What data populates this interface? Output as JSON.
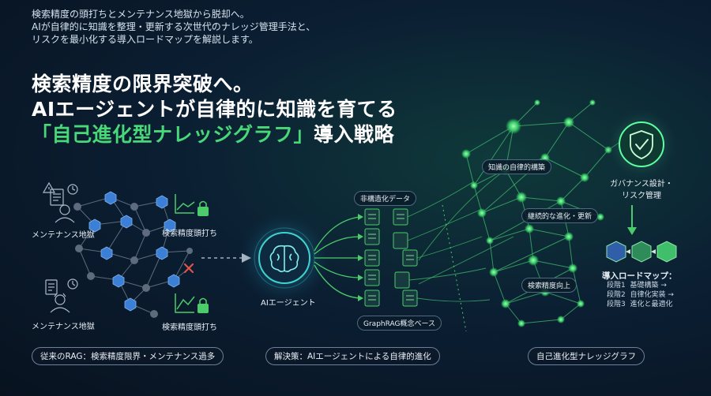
{
  "intro": [
    "検索精度の頭打ちとメンテナンス地獄から脱却へ。",
    "AIが自律的に知識を整理・更新する次世代のナレッジ管理手法と、",
    "リスクを最小化する導入ロードマップを解説します。"
  ],
  "headline": {
    "line1": "検索精度の限界突破へ。",
    "line2": "AIエージェントが自律的に知識を育てる",
    "line3_highlight": "「自己進化型ナレッジグラフ」",
    "line3_rest": "導入戦略"
  },
  "left": {
    "maintenance_top": "メンテナンス地獄",
    "maintenance_bottom": "メンテナンス地獄",
    "plateau_top": "検索精度頭打ち",
    "plateau_bottom": "検索精度頭打ち",
    "footer": "従来のRAG：検索精度限界・メンテナンス過多"
  },
  "middle": {
    "agent_label": "AIエージェント",
    "unstructured_tag": "非構造化データ",
    "graphrag_tag": "GraphRAG概念ベース",
    "footer": "解決策：AIエージェントによる自律的進化"
  },
  "right": {
    "tag_build": "知識の自律的構築",
    "tag_evolve": "継続的な進化・更新",
    "tag_accuracy": "検索精度向上",
    "governance": [
      "ガバナンス設計・",
      "リスク管理"
    ],
    "roadmap_title": "導入ロードマップ：",
    "roadmap": [
      {
        "step": "段階1",
        "desc": "基礎構築 →"
      },
      {
        "step": "段階2",
        "desc": "自律化実装 →"
      },
      {
        "step": "段階3",
        "desc": "進化と最適化"
      }
    ],
    "footer": "自己進化型ナレッジグラフ"
  },
  "colors": {
    "accent_green": "#48d878",
    "node_blue": "#3b7fd6",
    "node_gray": "#5d6b7c",
    "alert_red": "#e2524c",
    "lock_green": "#4ccb6a"
  }
}
